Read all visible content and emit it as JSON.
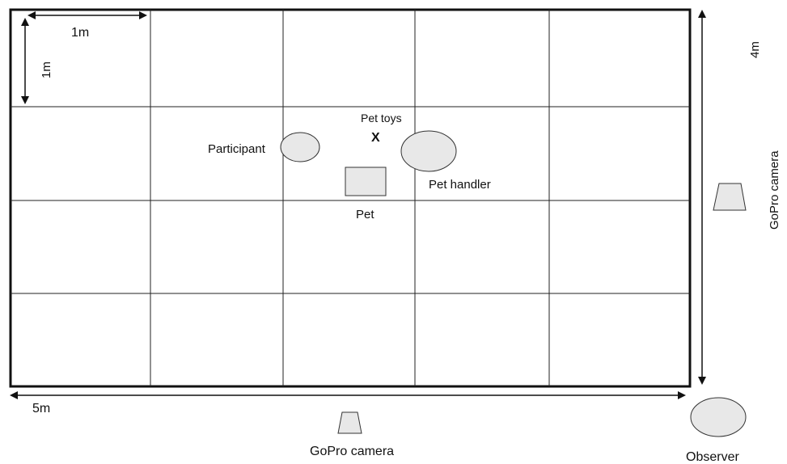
{
  "labels": {
    "cell_width": "1m",
    "cell_height": "1m",
    "total_width": "5m",
    "total_height": "4m",
    "pet_toys": "Pet toys",
    "toy_marker": "X",
    "participant": "Participant",
    "pet_handler": "Pet handler",
    "pet": "Pet",
    "gopro_bottom": "GoPro camera",
    "gopro_right": "GoPro camera",
    "observer": "Observer"
  },
  "grid": {
    "columns": 5,
    "rows": 4
  },
  "colors": {
    "shape_fill": "#e8e8e8",
    "stroke": "#1a1a1a"
  }
}
